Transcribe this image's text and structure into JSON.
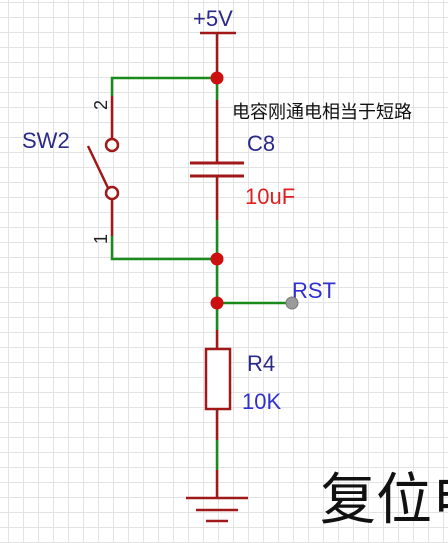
{
  "power": {
    "label": "+5V"
  },
  "switch": {
    "ref": "SW2",
    "pin_top": "2",
    "pin_bottom": "1"
  },
  "capacitor": {
    "ref": "C8",
    "value": "10uF",
    "note": "电容刚通电相当于短路"
  },
  "net": {
    "label": "RST"
  },
  "resistor": {
    "ref": "R4",
    "value": "10K"
  },
  "caption": "复位电",
  "colors": {
    "wire": "#1a8a1a",
    "part": "#a01818",
    "junction": "#cc1010",
    "label_blue": "#3030d0",
    "label_dark": "#2a2a8a",
    "value_red": "#e02020",
    "pin_dot": "#9a9a9a"
  }
}
